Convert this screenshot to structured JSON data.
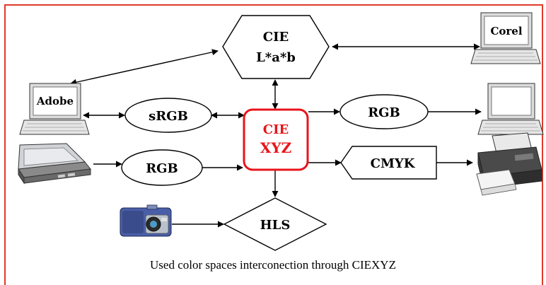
{
  "colors": {
    "frame": "#e03a2a",
    "hub": "#e8141a",
    "stroke": "#000000"
  },
  "nodes": {
    "cie_lab": {
      "line1": "CIE",
      "line2": "L*a*b"
    },
    "srgb": {
      "label": "sRGB"
    },
    "rgb_left": {
      "label": "RGB"
    },
    "cie_xyz": {
      "line1": "CIE",
      "line2": "XYZ"
    },
    "rgb_right": {
      "label": "RGB"
    },
    "cmyk": {
      "label": "CMYK"
    },
    "hls": {
      "label": "HLS"
    }
  },
  "devices": {
    "corel": {
      "label": "Corel",
      "icon": "laptop-icon"
    },
    "adobe": {
      "label": "Adobe",
      "icon": "laptop-icon"
    },
    "monitor": {
      "label": "",
      "icon": "laptop-icon"
    },
    "scanner": {
      "icon": "scanner-icon"
    },
    "printer": {
      "icon": "printer-icon"
    },
    "camera": {
      "icon": "camera-icon"
    }
  },
  "caption": "Used color spaces interconection through CIEXYZ"
}
